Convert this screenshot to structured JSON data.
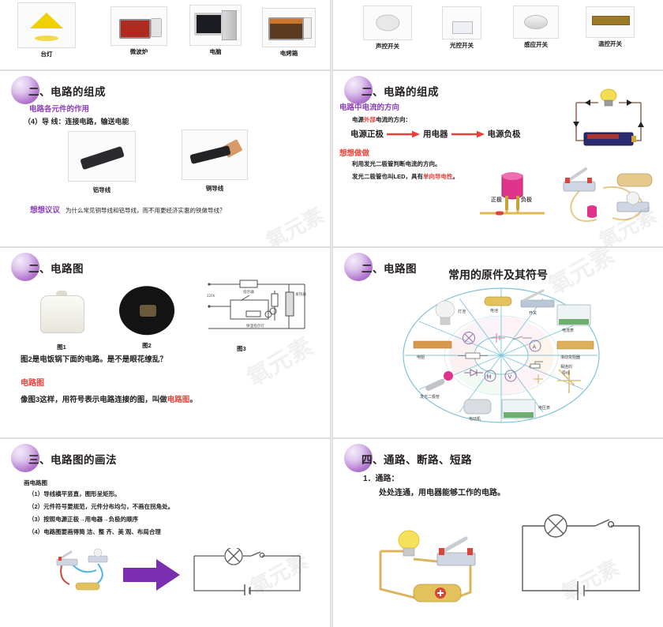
{
  "deck": {
    "background": "#e9e9ea",
    "accent_purple": "#8c3fb5",
    "accent_red": "#e8413a",
    "text_color": "#231f20"
  },
  "slides": [
    {
      "id": "appliances",
      "items": [
        {
          "label": "台灯",
          "icon": "desk-lamp-photo"
        },
        {
          "label": "微波炉",
          "icon": "microwave-oven-photo"
        },
        {
          "label": "电脑",
          "icon": "computer-photo"
        },
        {
          "label": "电烤箱",
          "icon": "electric-oven-photo"
        }
      ]
    },
    {
      "id": "switches",
      "items": [
        {
          "label": "声控开关",
          "icon": "sound-switch-photo"
        },
        {
          "label": "光控开关",
          "icon": "light-switch-photo"
        },
        {
          "label": "感应开关",
          "icon": "induction-switch-photo"
        },
        {
          "label": "温控开关",
          "icon": "temperature-switch-photo"
        }
      ]
    },
    {
      "id": "circuit-composition-wires",
      "heading": "二、电路的组成",
      "subheading": "电路各元件的作用",
      "line1": "（4）导 线：连接电路，输送电能",
      "photos": [
        {
          "label": "铝导线",
          "icon": "aluminium-wire-photo"
        },
        {
          "label": "铜导线",
          "icon": "copper-wire-photo"
        }
      ],
      "discuss_tag": "想想议议",
      "discuss_text": "为什么常见铜导线和铝导线，而不用更经济实惠的铁做导线？"
    },
    {
      "id": "current-direction",
      "heading": "二、电路的组成",
      "subheading": "电路中电流的方向",
      "line1_a": "电源",
      "line1_b": "外部",
      "line1_c": "电流的方向：",
      "flow": [
        "电源正极",
        "用电器",
        "电源负极"
      ],
      "try_tag": "想想做做",
      "try_line1": "利用发光二极管判断电流的方向。",
      "try_line2_a": "发光二极管也叫LED，具有",
      "try_line2_b": "单向导电性",
      "try_line2_c": "。",
      "led_labels": [
        "正极",
        "负极"
      ]
    },
    {
      "id": "circuit-diagram-intro",
      "heading": "二、电路图",
      "figures": [
        {
          "label": "图1",
          "icon": "rice-cooker-photo"
        },
        {
          "label": "图2",
          "icon": "cooker-base-wiring-photo"
        },
        {
          "label": "图3",
          "icon": "rice-cooker-schematic"
        }
      ],
      "schematic_labels": [
        "指示器",
        "发热器",
        "保温指示灯",
        "加热指示灯",
        "220V"
      ],
      "question": "图2是电饭锅下面的电路。是不是眼花缭乱？",
      "term": "电路图",
      "definition_a": "像图3这样，用符号表示电路连接的图，叫做",
      "definition_b": "电路图",
      "definition_c": "。"
    },
    {
      "id": "symbols-wheel",
      "heading": "二、电路图",
      "wheel_title": "常用的原件及其符号",
      "segments": [
        {
          "label": "电池",
          "symbol": "battery-symbol"
        },
        {
          "label": "开关",
          "symbol": "switch-symbol"
        },
        {
          "label": "电流表",
          "symbol": "ammeter-symbol"
        },
        {
          "label": "滑动变阻器",
          "symbol": "rheostat-symbol"
        },
        {
          "label": "相连的导线",
          "symbol": "wire-junction-symbol"
        },
        {
          "label": "电压表",
          "symbol": "voltmeter-symbol"
        },
        {
          "label": "电动机",
          "symbol": "motor-symbol"
        },
        {
          "label": "发光二极管",
          "symbol": "led-symbol"
        },
        {
          "label": "电阻",
          "symbol": "resistor-symbol"
        },
        {
          "label": "灯泡",
          "symbol": "lamp-symbol"
        }
      ]
    },
    {
      "id": "how-to-draw",
      "heading": "三、电路图的画法",
      "subtitle": "画电路图",
      "rules": [
        "（1）导线横平竖直，图形呈矩形。",
        "（2）元件符号要规范，元件分布均匀，不画在拐角处。",
        "（3）按照电源正极→用电器→负极的顺序",
        "（4）电路图要画得简 洁、整 齐、美 观、布局合理"
      ],
      "arrow": "right-arrow-purple"
    },
    {
      "id": "circuit-states",
      "heading": "四、通路、断路、短路",
      "item_number": "1．通路：",
      "item_text": "处处连通，用电器能够工作的电路。"
    }
  ]
}
